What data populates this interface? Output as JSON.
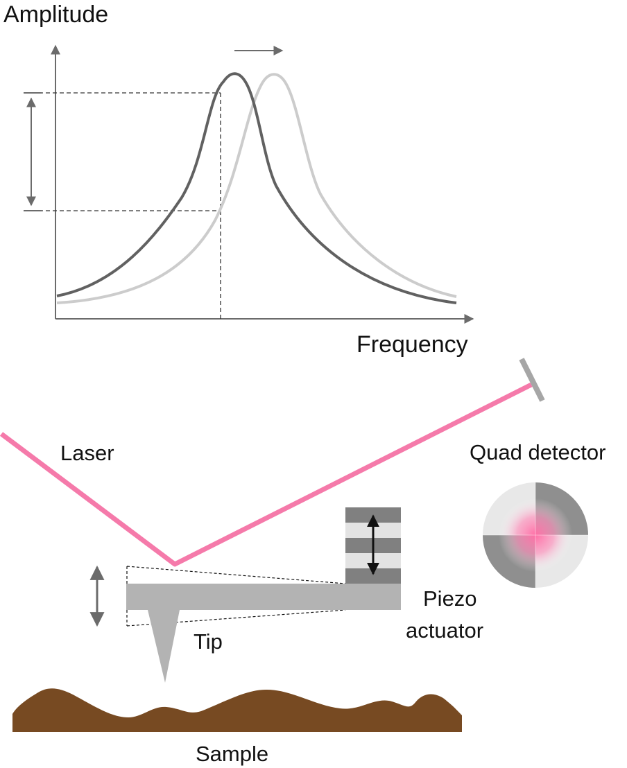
{
  "graph": {
    "y_axis_label": "Amplitude",
    "x_axis_label": "Frequency"
  },
  "labels": {
    "laser": "Laser",
    "quad_detector": "Quad detector",
    "piezo_line1": "Piezo",
    "piezo_line2": "actuator",
    "tip": "Tip",
    "sample": "Sample"
  },
  "colors": {
    "laser": "#f57aaa",
    "curve_original": "#616161",
    "curve_shifted": "#cccccc",
    "axis": "#6b6b6b",
    "cantilever": "#b3b3b3",
    "sample": "#774a22",
    "piezo_dark": "#808080",
    "piezo_light": "#e3e3e3",
    "detector_spot": "#ff6fa6"
  }
}
